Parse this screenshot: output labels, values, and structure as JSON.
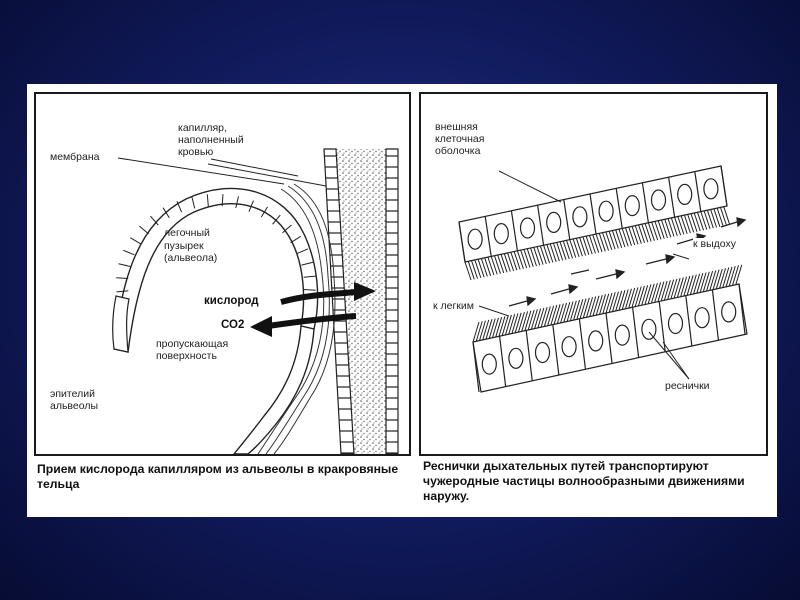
{
  "left_panel": {
    "labels": {
      "membrane": "мембрана",
      "capillary_1": "капилляр,",
      "capillary_2": "наполненный",
      "capillary_3": "кровью",
      "vesicle_1": "легочный",
      "vesicle_2": "пузырек",
      "vesicle_3": "(альвеола)",
      "oxygen": "кислород",
      "co2": "СО2",
      "permeable_1": "пропускающая",
      "permeable_2": "поверхность",
      "epithelium_1": "эпителий",
      "epithelium_2": "альвеолы"
    },
    "caption": "Прием кислорода капилляром из альвеолы в кракровяные тельца"
  },
  "right_panel": {
    "labels": {
      "outer_1": "внешняя",
      "outer_2": "клеточная",
      "outer_3": "оболочка",
      "to_exhale": "к выдоху",
      "to_lungs": "к легким",
      "cilia": "реснички"
    },
    "caption": "Реснички дыхательных путей транспортируют чужеродные частицы волнообразными движениями наружу."
  }
}
